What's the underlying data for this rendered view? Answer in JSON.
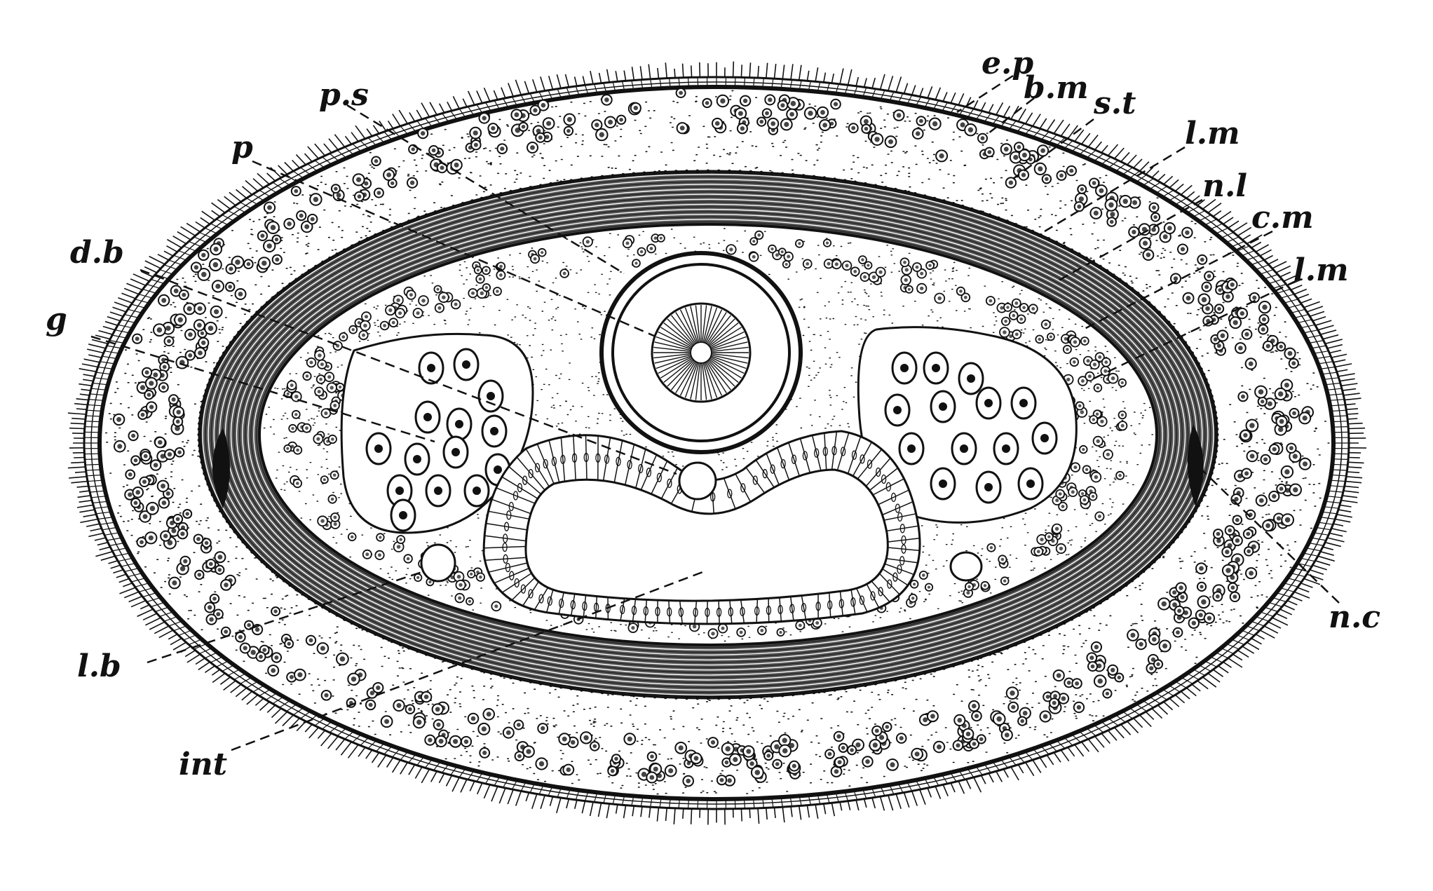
{
  "figure": {
    "ink_color": "#111111",
    "paper_color": "#ffffff",
    "labels": {
      "ep": "e.p",
      "bm": "b.m",
      "st": "s.t",
      "lm_top": "l.m",
      "nl": "n.l",
      "cm": "c.m",
      "lm_right": "l.m",
      "ps": "p.s",
      "p": "p",
      "db": "d.b",
      "g": "g",
      "lb": "l.b",
      "int": "int",
      "nc": "n.c"
    }
  }
}
